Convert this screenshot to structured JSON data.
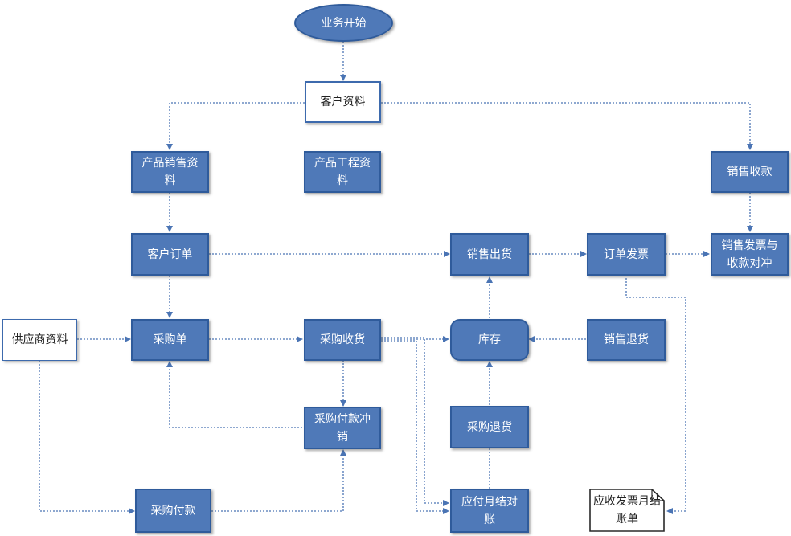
{
  "nodes": {
    "start": "业务开始",
    "customer_info": "客户资料",
    "product_sales_info": "产品销售资料",
    "product_eng_info": "产品工程资料",
    "sales_collection": "销售收款",
    "customer_order": "客户订单",
    "sales_shipment": "销售出货",
    "order_invoice": "订单发票",
    "invoice_collection_offset": "销售发票与收款对冲",
    "supplier_info": "供应商资料",
    "purchase_order": "采购单",
    "purchase_receipt": "采购收货",
    "inventory": "库存",
    "sales_return": "销售退货",
    "purchase_payment_offset": "采购付款冲销",
    "purchase_return": "采购退货",
    "purchase_payment": "采购付款",
    "payable_monthly_reconcile": "应付月结对账",
    "receivable_invoice_statement": "应收发票月结账单"
  },
  "colors": {
    "process_fill": "#4f79b8",
    "process_border": "#2f5b9b",
    "connector": "#4a74b4"
  }
}
